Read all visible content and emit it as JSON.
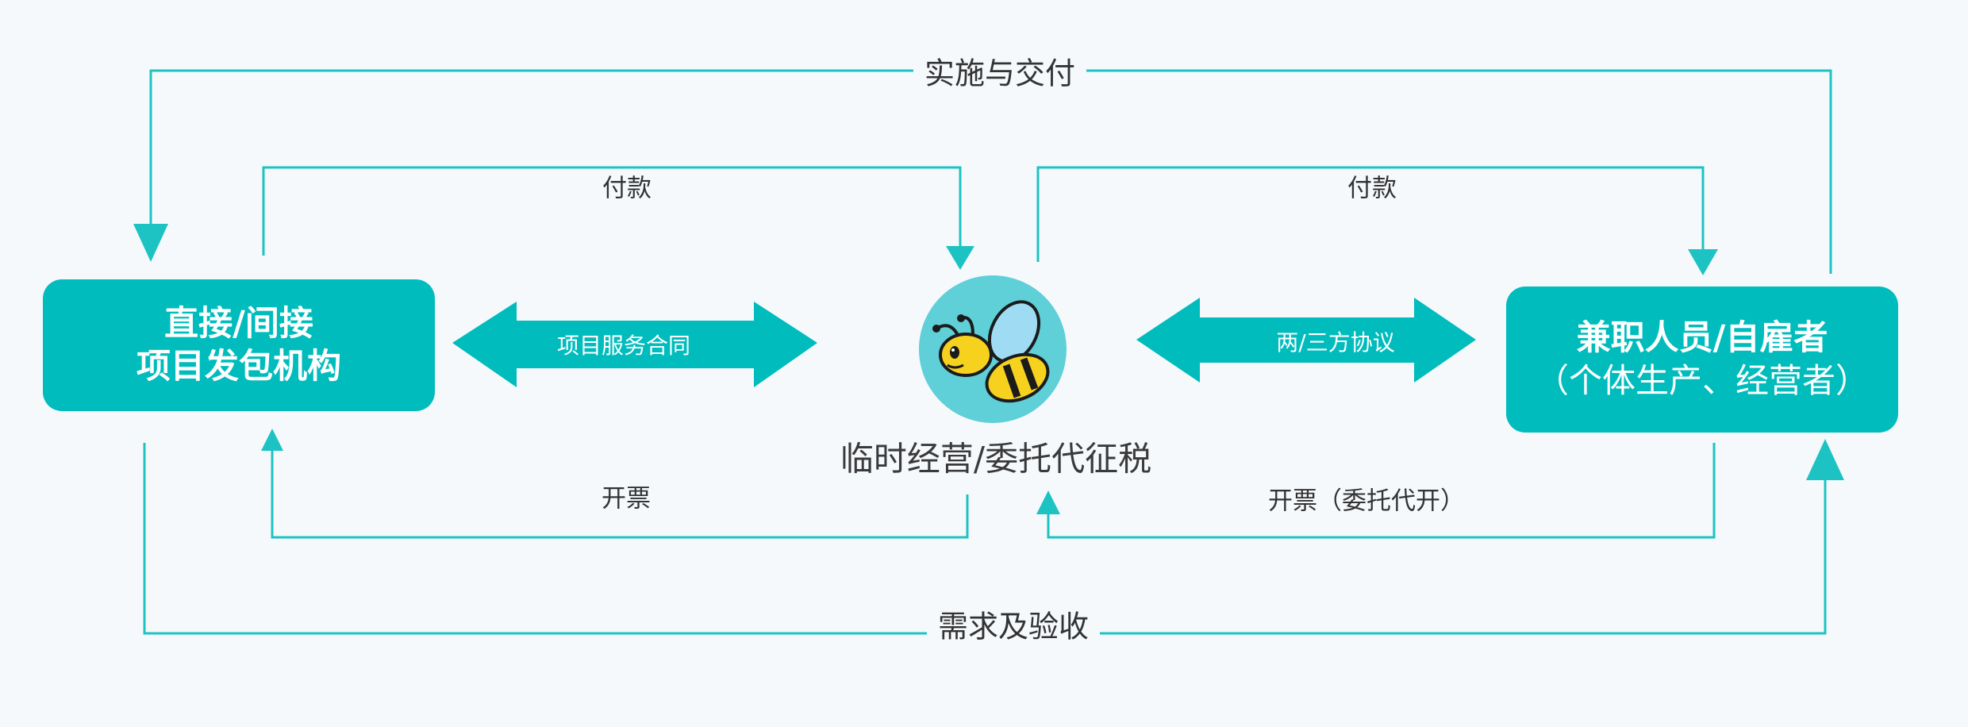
{
  "colors": {
    "teal": "#00bcbd",
    "arrow_teal": "#1dc3c3",
    "bee_bg": "#5fcfd8",
    "text": "#333333",
    "background": "#f6f9fc"
  },
  "top_loop": {
    "label": "实施与交付"
  },
  "bottom_loop": {
    "label": "需求及验收"
  },
  "left_node": {
    "line1": "直接/间接",
    "line2": "项目发包机构"
  },
  "right_node": {
    "line1": "兼职人员/自雇者",
    "line2": "（个体生产、经营者）"
  },
  "center": {
    "caption": "临时经营/委托代征税",
    "icon": "bee-icon"
  },
  "left_pay": {
    "label": "付款"
  },
  "right_pay": {
    "label": "付款"
  },
  "left_invoice": {
    "label": "开票"
  },
  "right_invoice": {
    "label": "开票（委托代开）"
  },
  "left_contract": {
    "label": "项目服务合同"
  },
  "right_contract": {
    "label": "两/三方协议"
  }
}
